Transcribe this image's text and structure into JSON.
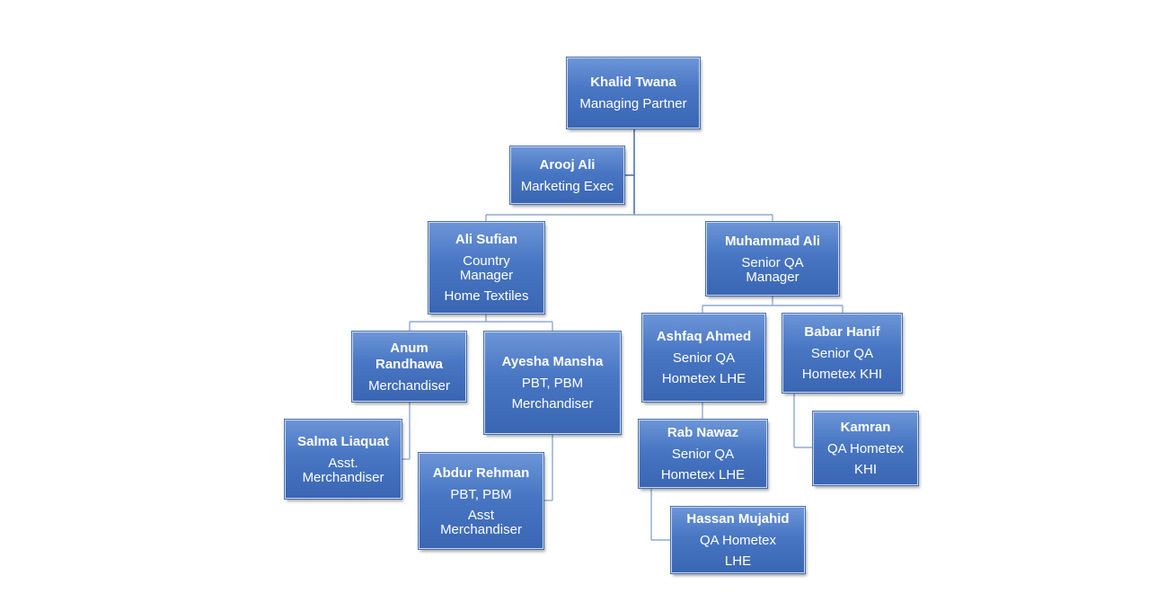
{
  "org_chart": {
    "khalid": {
      "name": "Khalid Twana",
      "lines": [
        "Managing Partner"
      ]
    },
    "arooj": {
      "name": "Arooj Ali",
      "lines": [
        "Marketing Exec"
      ]
    },
    "sufian": {
      "name": "Ali Sufian",
      "lines": [
        "Country",
        "Manager",
        "Home Textiles"
      ]
    },
    "muhammad": {
      "name": "Muhammad Ali",
      "lines": [
        "Senior QA",
        "Manager"
      ]
    },
    "anum": {
      "name": "Anum Randhawa",
      "lines": [
        "Merchandiser"
      ]
    },
    "ayesha": {
      "name": "Ayesha Mansha",
      "lines": [
        "PBT, PBM",
        "Merchandiser"
      ]
    },
    "salma": {
      "name": "Salma Liaquat",
      "lines": [
        "Asst.",
        "Merchandiser"
      ]
    },
    "abdur": {
      "name": "Abdur Rehman",
      "lines": [
        "PBT, PBM",
        "Asst",
        "Merchandiser"
      ]
    },
    "ashfaq": {
      "name": "Ashfaq Ahmed",
      "lines": [
        "Senior QA",
        "Hometex LHE"
      ]
    },
    "babar": {
      "name": "Babar Hanif",
      "lines": [
        "Senior QA",
        "Hometex KHI"
      ]
    },
    "rab": {
      "name": "Rab Nawaz",
      "lines": [
        "Senior QA",
        "Hometex LHE"
      ]
    },
    "kamran": {
      "name": "Kamran",
      "lines": [
        "QA Hometex",
        "KHI"
      ]
    },
    "hassan": {
      "name": "Hassan Mujahid",
      "lines": [
        "QA Hometex",
        "LHE"
      ]
    }
  }
}
